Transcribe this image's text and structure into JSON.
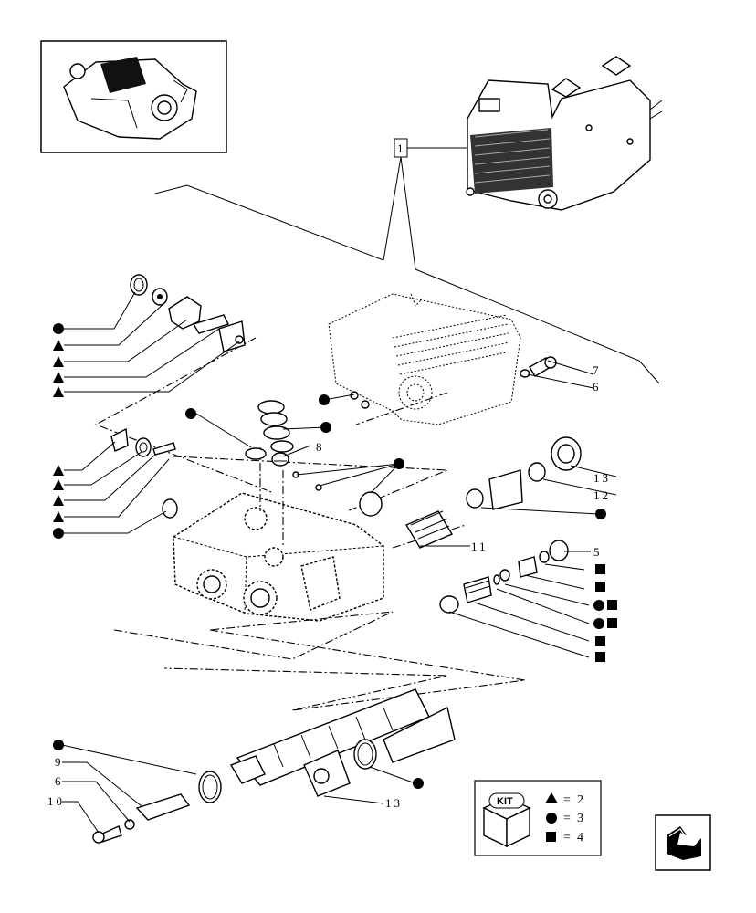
{
  "reference_box_label": "1",
  "callouts": {
    "n7": "7",
    "n6a": "6",
    "n8": "8",
    "n13a": "13",
    "n12": "12",
    "n11": "11",
    "n5": "5",
    "n9": "9",
    "n6b": "6",
    "n10": "10",
    "n13b": "13"
  },
  "kit_legend": {
    "badge": "KIT",
    "triangle_value": "2",
    "circle_value": "3",
    "square_value": "4",
    "eq_sign": "="
  },
  "icons": [
    "kit-box-icon",
    "nav-arrow-icon",
    "triangle-marker",
    "circle-marker",
    "square-marker"
  ]
}
